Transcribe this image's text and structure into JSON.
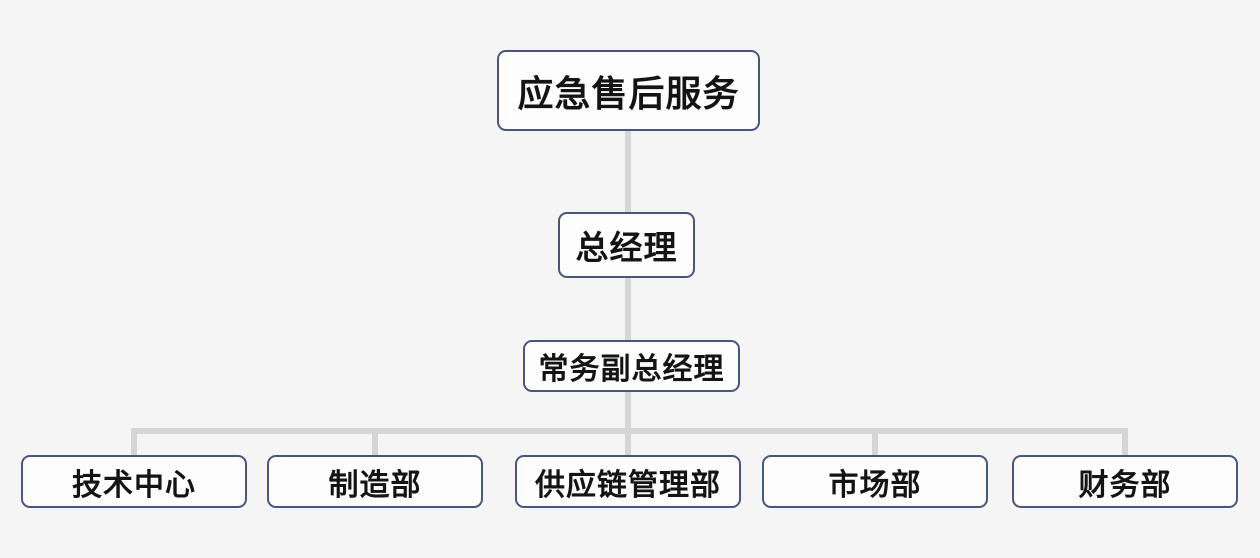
{
  "colors": {
    "canvas_bg": "#f5f5f6",
    "box_fill": "#fdfdfe",
    "box_border": "#46567c",
    "connector": "#d5d5d5",
    "text_color": "#141414"
  },
  "org_chart": {
    "type": "org-tree",
    "root": {
      "label": "应急售后服务"
    },
    "level2": {
      "label": "总经理"
    },
    "level3": {
      "label": "常务副总经理"
    },
    "departments": [
      {
        "label": "技术中心"
      },
      {
        "label": "制造部"
      },
      {
        "label": "供应链管理部"
      },
      {
        "label": "市场部"
      },
      {
        "label": "财务部"
      }
    ]
  }
}
